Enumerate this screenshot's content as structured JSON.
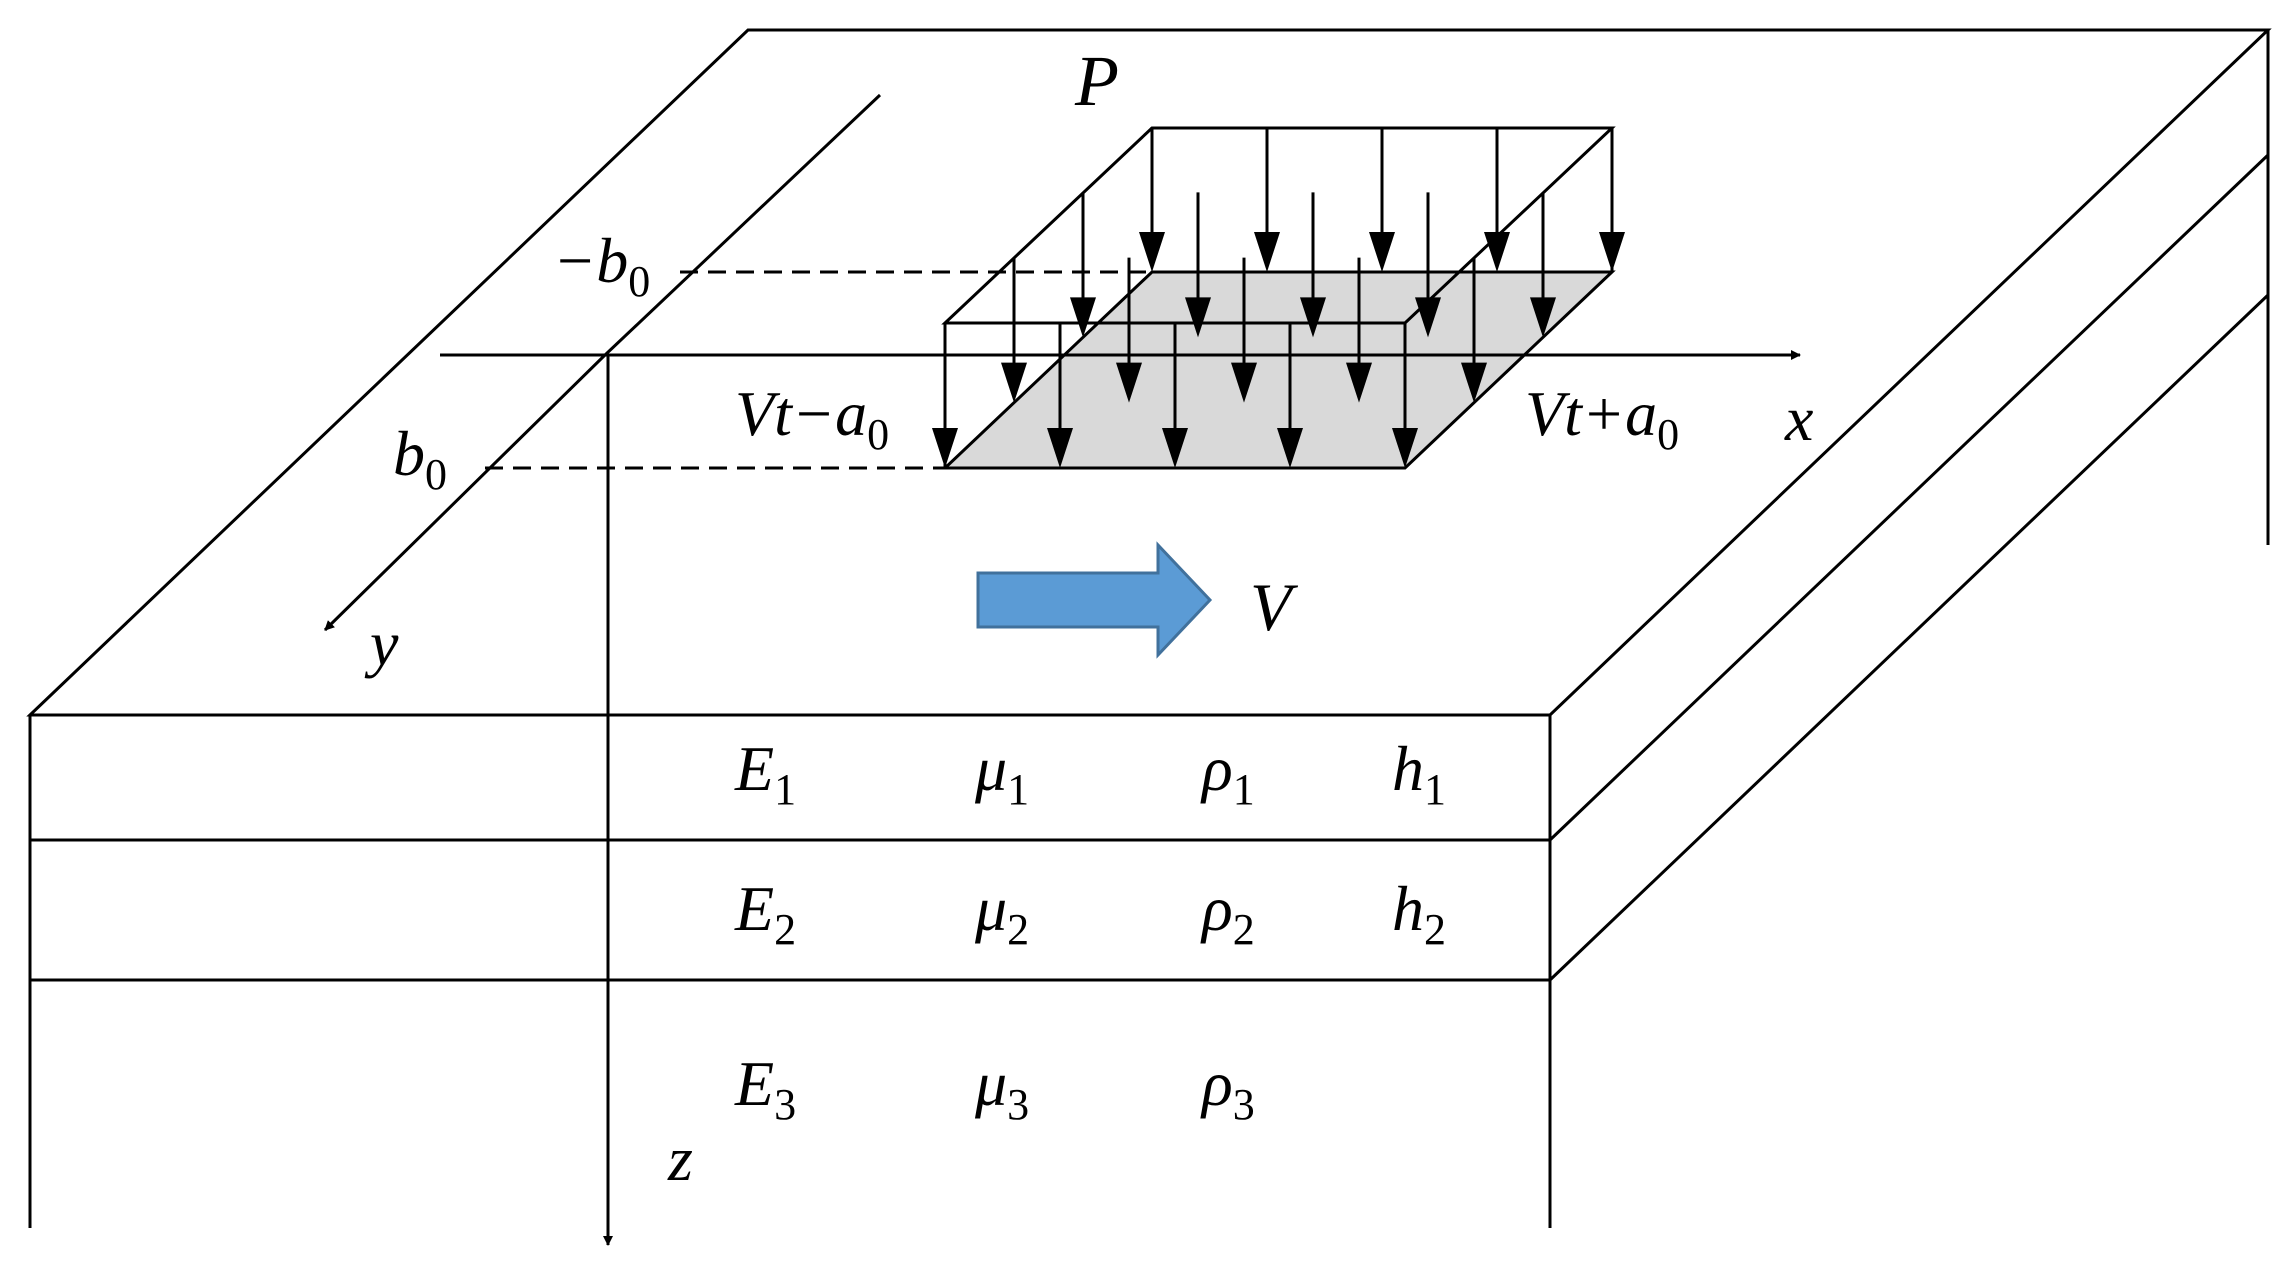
{
  "load": {
    "label": "P"
  },
  "axes": {
    "x": "x",
    "y": "y",
    "z": "z"
  },
  "bounds": {
    "minus_b0": {
      "base": "−b",
      "sub": "0"
    },
    "b0": {
      "base": "b",
      "sub": "0"
    },
    "left_edge": {
      "base": "Vt−a",
      "sub": "0"
    },
    "right_edge": {
      "base": "Vt+a",
      "sub": "0"
    }
  },
  "velocity": {
    "label": "V",
    "arrow_color": "#5b9bd5",
    "arrow_stroke": "#41719c"
  },
  "load_patch_color": "#d9d9d9",
  "layers": [
    {
      "E": {
        "base": "E",
        "sub": "1"
      },
      "mu": {
        "base": "μ",
        "sub": "1"
      },
      "rho": {
        "base": "ρ",
        "sub": "1"
      },
      "h": {
        "base": "h",
        "sub": "1"
      }
    },
    {
      "E": {
        "base": "E",
        "sub": "2"
      },
      "mu": {
        "base": "μ",
        "sub": "2"
      },
      "rho": {
        "base": "ρ",
        "sub": "2"
      },
      "h": {
        "base": "h",
        "sub": "2"
      }
    },
    {
      "E": {
        "base": "E",
        "sub": "3"
      },
      "mu": {
        "base": "μ",
        "sub": "3"
      },
      "rho": {
        "base": "ρ",
        "sub": "3"
      }
    }
  ]
}
